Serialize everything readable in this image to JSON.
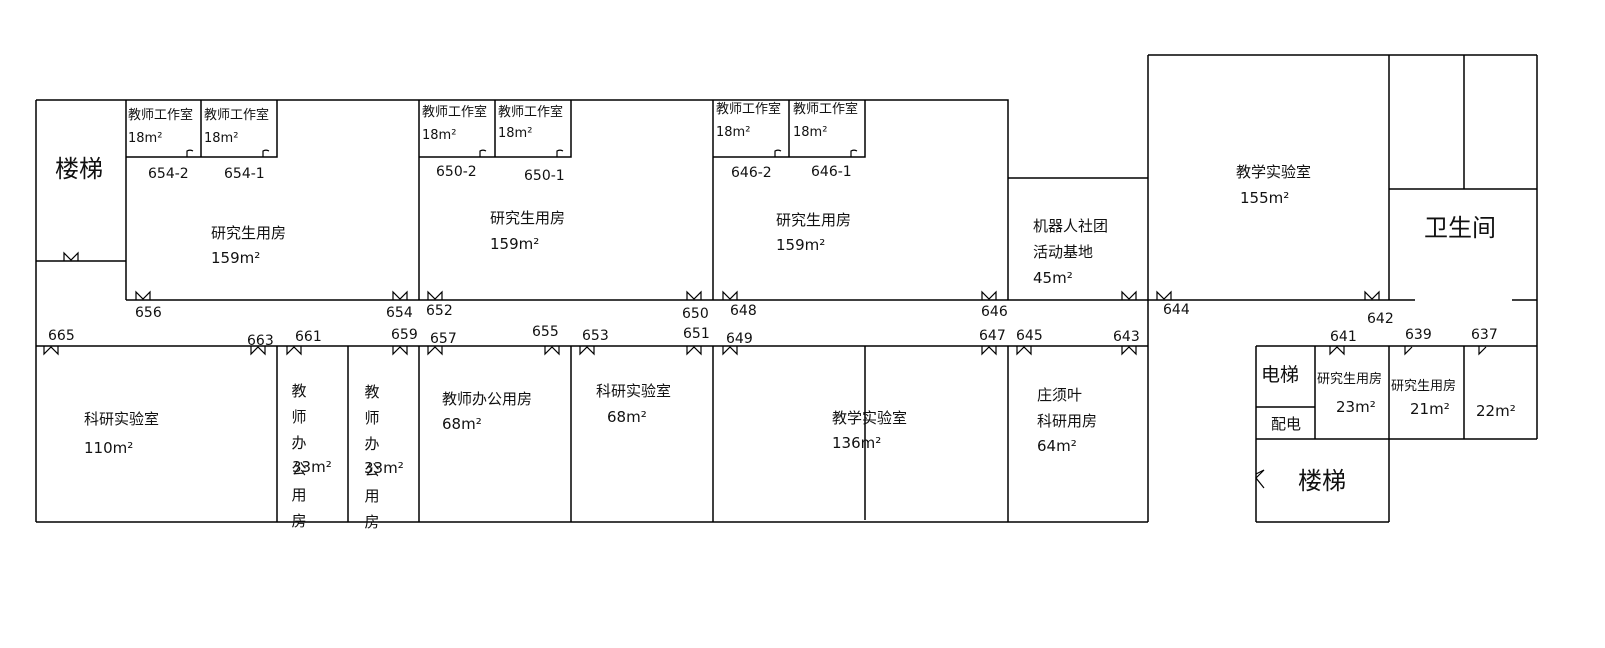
{
  "rooms": {
    "stair_top_left": "楼梯",
    "tw_654_2": {
      "name": "教师工作室",
      "area": "18m²"
    },
    "tw_654_1": {
      "name": "教师工作室",
      "area": "18m²"
    },
    "grad_654": {
      "name": "研究生用房",
      "area": "159m²"
    },
    "tw_650_2": {
      "name": "教师工作室",
      "area": "18m²"
    },
    "tw_650_1": {
      "name": "教师工作室",
      "area": "18m²"
    },
    "grad_650": {
      "name": "研究生用房",
      "area": "159m²"
    },
    "tw_646_2": {
      "name": "教师工作室",
      "area": "18m²"
    },
    "tw_646_1": {
      "name": "教师工作室",
      "area": "18m²"
    },
    "grad_646": {
      "name": "研究生用房",
      "area": "159m²"
    },
    "robot": {
      "name1": "机器人社团",
      "name2": "活动基地",
      "area": "45m²"
    },
    "teach_lab_top": {
      "name": "教学实验室",
      "area": "155m²"
    },
    "toilet": "卫生间",
    "sci_lab_665": {
      "name": "科研实验室",
      "area": "110m²"
    },
    "office_661": {
      "chars": [
        "教",
        "师",
        "办",
        "公",
        "用",
        "房"
      ],
      "area": "33m²"
    },
    "office_659": {
      "chars": [
        "教",
        "师",
        "办",
        "公",
        "用",
        "房"
      ],
      "area": "33m²"
    },
    "office_657": {
      "name": "教师办公用房",
      "area": "68m²"
    },
    "sci_lab_653": {
      "name": "科研实验室",
      "area": "68m²"
    },
    "teach_lab_bottom": {
      "name": "教学实验室",
      "area": "136m²"
    },
    "zhuang": {
      "name1": "庄须叶",
      "name2": "科研用房",
      "area": "64m²"
    },
    "elevator": "电梯",
    "power": "配电",
    "stair_bottom_right": "楼梯",
    "grad_641": {
      "name": "研究生用房",
      "area": "23m²"
    },
    "grad_639": {
      "name": "研究生用房",
      "area": "21m²"
    },
    "room_637": {
      "area": "22m²"
    }
  },
  "numbers": {
    "n654_2": "654-2",
    "n654_1": "654-1",
    "n650_2": "650-2",
    "n650_1": "650-1",
    "n646_2": "646-2",
    "n646_1": "646-1",
    "n656": "656",
    "n654": "654",
    "n652": "652",
    "n650": "650",
    "n648": "648",
    "n646": "646",
    "n644": "644",
    "n642": "642",
    "n665": "665",
    "n663": "663",
    "n661": "661",
    "n659": "659",
    "n657": "657",
    "n655": "655",
    "n653": "653",
    "n651": "651",
    "n649": "649",
    "n647": "647",
    "n645": "645",
    "n643": "643",
    "n641": "641",
    "n639": "639",
    "n637": "637"
  }
}
